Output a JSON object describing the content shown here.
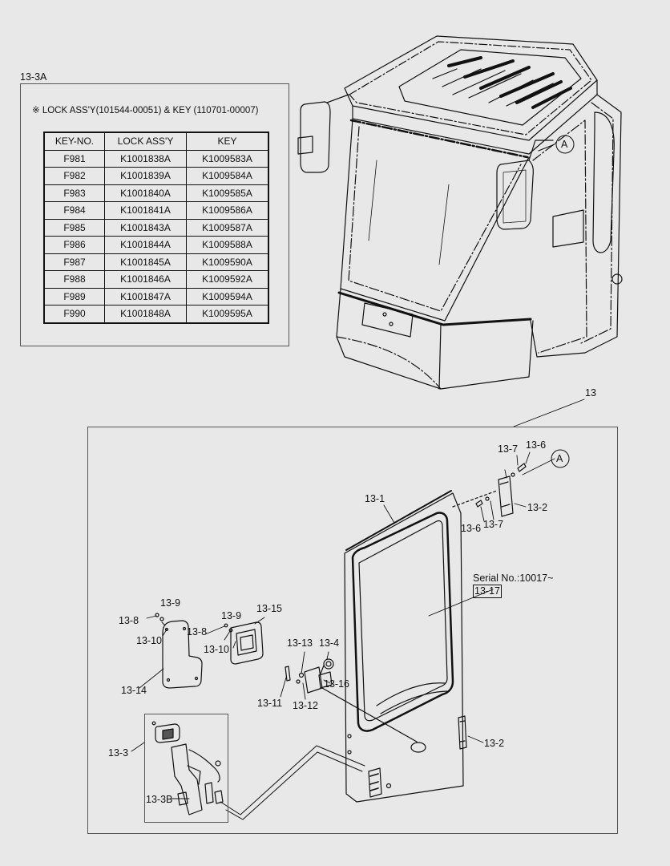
{
  "inset": {
    "title": "13-3A",
    "note": "※ LOCK ASS'Y(101544-00051) & KEY (110701-00007)",
    "table": {
      "headers": [
        "KEY-NO.",
        "LOCK ASS'Y",
        "KEY"
      ],
      "rows": [
        [
          "F981",
          "K1001838A",
          "K1009583A"
        ],
        [
          "F982",
          "K1001839A",
          "K1009584A"
        ],
        [
          "F983",
          "K1001840A",
          "K1009585A"
        ],
        [
          "F984",
          "K1001841A",
          "K1009586A"
        ],
        [
          "F985",
          "K1001843A",
          "K1009587A"
        ],
        [
          "F986",
          "K1001844A",
          "K1009588A"
        ],
        [
          "F987",
          "K1001845A",
          "K1009590A"
        ],
        [
          "F988",
          "K1001846A",
          "K1009592A"
        ],
        [
          "F989",
          "K1001847A",
          "K1009594A"
        ],
        [
          "F990",
          "K1001848A",
          "K1009595A"
        ]
      ]
    }
  },
  "callouts": {
    "detail_a_cab": "A",
    "detail_a_door": "A",
    "assembly": "13",
    "p13_1": "13-1",
    "p13_2_top": "13-2",
    "p13_2_bottom": "13-2",
    "p13_3": "13-3",
    "p13_3b": "13-3B",
    "p13_4": "13-4",
    "p13_6_top": "13-6",
    "p13_6_mid": "13-6",
    "p13_7_top": "13-7",
    "p13_7_mid": "13-7",
    "p13_8_left": "13-8",
    "p13_8_right": "13-8",
    "p13_9_left": "13-9",
    "p13_9_right": "13-9",
    "p13_10_left": "13-10",
    "p13_10_right": "13-10",
    "p13_11": "13-11",
    "p13_12": "13-12",
    "p13_13": "13-13",
    "p13_14": "13-14",
    "p13_15": "13-15",
    "p13_16": "13-16",
    "p13_17": "13-17",
    "serial_note": "Serial No.:10017~"
  }
}
